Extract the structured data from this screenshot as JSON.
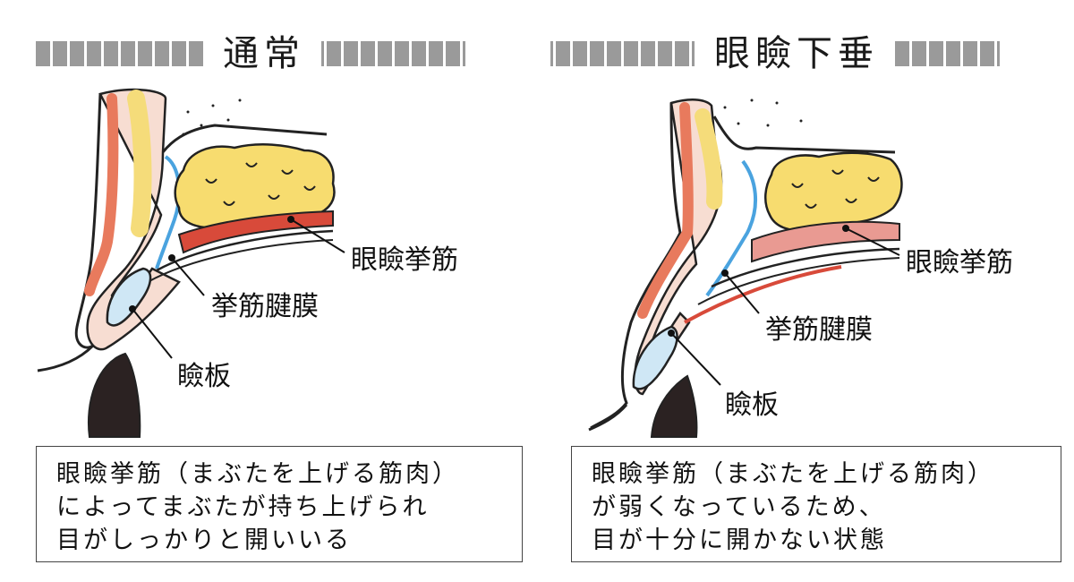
{
  "panels": [
    {
      "title": "通常",
      "labels": {
        "muscle": "眼瞼挙筋",
        "aponeurosis": "挙筋腱膜",
        "tarsus": "瞼板"
      },
      "caption_lines": [
        "眼瞼挙筋（まぶたを上げる筋肉）",
        "によってまぶたが持ち上げられ",
        "目がしっかりと開いいる"
      ]
    },
    {
      "title": "眼瞼下垂",
      "labels": {
        "muscle": "眼瞼挙筋",
        "aponeurosis": "挙筋腱膜",
        "tarsus": "瞼板"
      },
      "caption_lines": [
        "眼瞼挙筋（まぶたを上げる筋肉）",
        "が弱くなっているため、",
        "目が十分に開かない状態"
      ]
    }
  ],
  "colors": {
    "skin": "#f7ddd2",
    "fat": "#f7dc6f",
    "muscle": "#d84a3a",
    "muscle_weak": "#e99a92",
    "fascia": "#4aa3df",
    "tarsus": "#cfe7f5",
    "lash": "#2b2222",
    "bar": "#9a9a9a"
  }
}
